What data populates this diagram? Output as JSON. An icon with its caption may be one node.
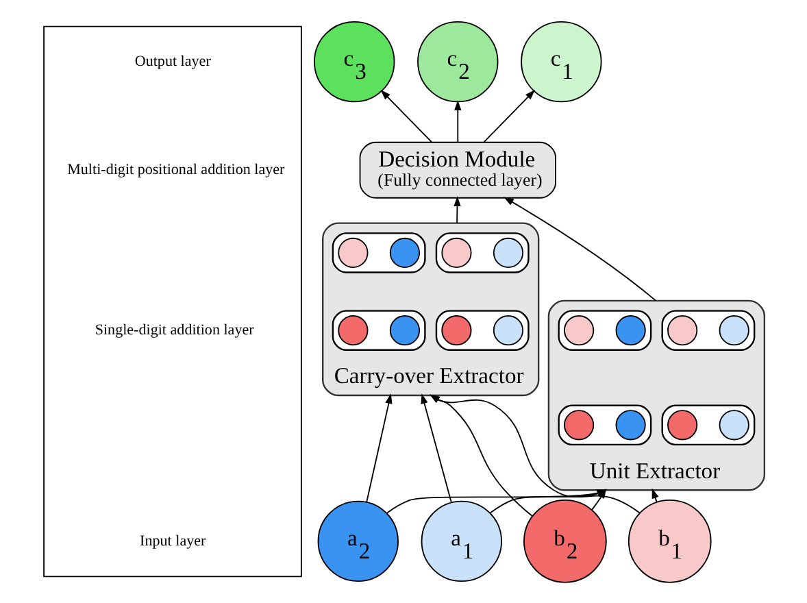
{
  "diagram": {
    "nodes": [
      {
        "text": [
          "c$_{3}$"
        ]
      },
      {
        "text": [
          "c$_{2}$"
        ]
      },
      {
        "text": [
          "c$_{1}$"
        ]
      },
      {
        "text": [
          "Decision Module",
          "(Fully connected layer)"
        ]
      },
      {
        "text": [
          "Carry-over Extractor"
        ]
      },
      {
        "text": [],
        "shape": "box",
        "in": 4
      },
      {
        "text": [],
        "shape": "circle",
        "in": 5
      },
      {
        "text": [],
        "shape": "circle",
        "in": 5
      },
      {
        "text": [],
        "shape": "box",
        "in": 4
      },
      {
        "text": [],
        "shape": "circle",
        "in": 8
      },
      {
        "text": [],
        "shape": "circle",
        "in": 8
      },
      {
        "text": [],
        "shape": "box",
        "in": 4
      },
      {
        "text": [],
        "shape": "circle",
        "in": 11
      },
      {
        "text": [],
        "shape": "circle",
        "in": 11
      },
      {
        "text": [],
        "shape": "box",
        "in": 4
      },
      {
        "text": [],
        "shape": "circle",
        "in": 14
      },
      {
        "text": [],
        "shape": "circle",
        "in": 14
      },
      {
        "text": [
          "Unit Extractor"
        ]
      },
      {
        "text": [],
        "shape": "box",
        "in": 17
      },
      {
        "text": [],
        "shape": "circle",
        "in": 18
      },
      {
        "text": [],
        "shape": "circle",
        "in": 18
      },
      {
        "text": [],
        "shape": "box",
        "in": 17
      },
      {
        "text": [],
        "shape": "circle",
        "in": 21
      },
      {
        "text": [],
        "shape": "circle",
        "in": 21
      },
      {
        "text": [],
        "shape": "box",
        "in": 17
      },
      {
        "text": [],
        "shape": "circle",
        "in": 24
      },
      {
        "text": [],
        "shape": "circle",
        "in": 24
      },
      {
        "text": [],
        "shape": "box",
        "in": 17
      },
      {
        "text": [],
        "shape": "circle",
        "in": 27
      },
      {
        "text": [],
        "shape": "circle",
        "in": 27
      },
      {
        "text": [
          "a$_{2}$"
        ]
      },
      {
        "text": [
          "a$_{1}$"
        ]
      },
      {
        "text": [
          "b$_{2}$"
        ]
      },
      {
        "text": [
          "b$_{1}$"
        ]
      },
      {
        "text": [],
        "shape": "box"
      },
      {
        "text": [
          "Output layer"
        ],
        "in": 34
      },
      {
        "text": [
          "Multi-digit positional addition layer"
        ],
        "in": 34
      },
      {
        "text": [
          "Single-digit addition layer"
        ],
        "in": 34
      },
      {
        "text": [
          "Input layer"
        ],
        "in": 34
      }
    ],
    "edges": [
      {
        "from": 30,
        "to": 4,
        "arrow": "to"
      },
      {
        "from": 30,
        "to": 17,
        "arrow": "to"
      },
      {
        "from": 31,
        "to": 4,
        "arrow": "to"
      },
      {
        "from": 31,
        "to": 17,
        "arrow": "to"
      },
      {
        "from": 32,
        "to": 4,
        "arrow": "to"
      },
      {
        "from": 32,
        "to": 17,
        "arrow": "to"
      },
      {
        "from": 33,
        "to": 4,
        "arrow": "to"
      },
      {
        "from": 33,
        "to": 17,
        "arrow": "to"
      },
      {
        "from": 4,
        "to": 3,
        "arrow": "to"
      },
      {
        "from": 17,
        "to": 3,
        "arrow": "to"
      },
      {
        "from": 3,
        "to": 0,
        "arrow": "to"
      },
      {
        "from": 3,
        "to": 1,
        "arrow": "to"
      },
      {
        "from": 3,
        "to": 2,
        "arrow": "to"
      }
    ]
  }
}
